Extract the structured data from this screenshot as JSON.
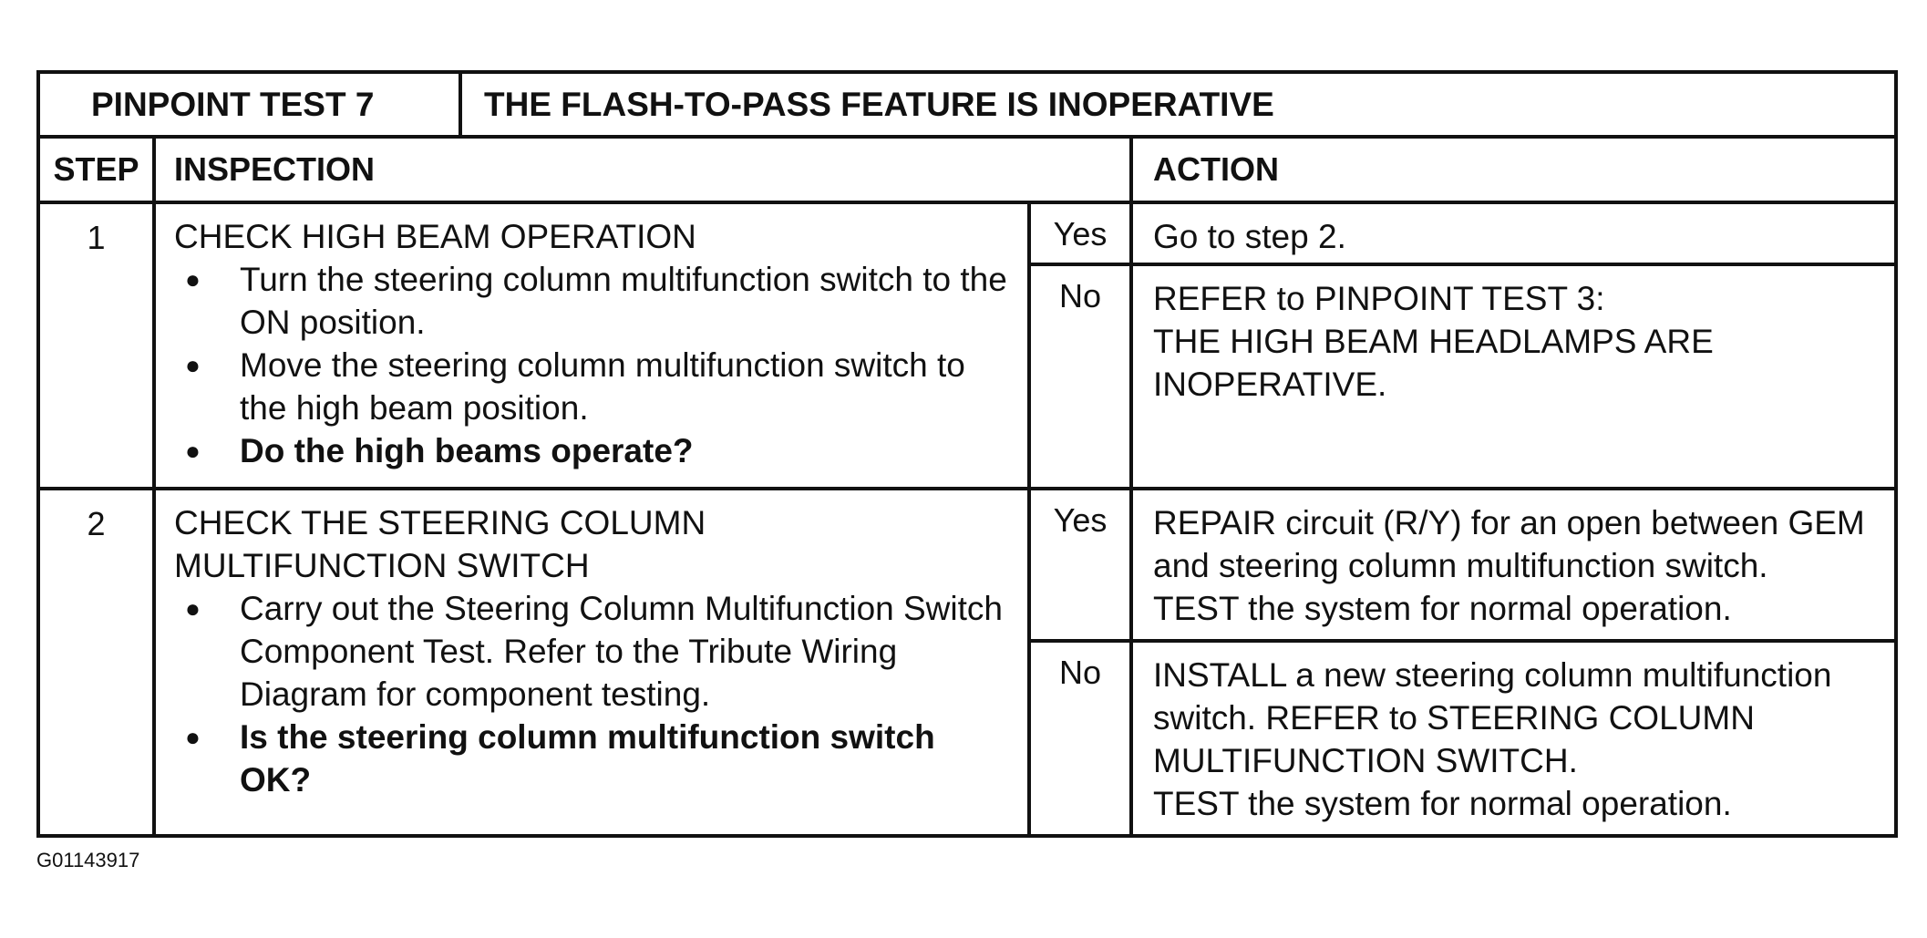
{
  "title": {
    "test_id": "PINPOINT TEST 7",
    "description": "THE FLASH-TO-PASS FEATURE IS INOPERATIVE"
  },
  "headers": {
    "step": "STEP",
    "inspection": "INSPECTION",
    "action": "ACTION"
  },
  "steps": [
    {
      "number": "1",
      "heading": "CHECK HIGH BEAM OPERATION",
      "bullets": [
        {
          "text": "Turn the steering column multifunction switch to the ON position.",
          "bold": false
        },
        {
          "text": "Move the steering column multifunction switch to the high beam position.",
          "bold": false
        },
        {
          "text": "Do the high beams operate?",
          "bold": true
        }
      ],
      "yes": {
        "label": "Yes",
        "lines": [
          "Go to step 2."
        ]
      },
      "no": {
        "label": "No",
        "lines": [
          "REFER to PINPOINT TEST 3:",
          "THE HIGH BEAM HEADLAMPS ARE INOPERATIVE."
        ]
      }
    },
    {
      "number": "2",
      "heading_lines": [
        "CHECK THE STEERING COLUMN",
        "MULTIFUNCTION SWITCH"
      ],
      "bullets": [
        {
          "text": "Carry out the Steering Column Multifunction Switch Component Test. Refer to the Tribute Wiring Diagram for component testing.",
          "bold": false
        },
        {
          "text": "Is the steering column multifunction switch OK?",
          "bold": true
        }
      ],
      "yes": {
        "label": "Yes",
        "lines": [
          "REPAIR circuit (R/Y) for an open between GEM and steering column multifunction switch.",
          "TEST the system for normal operation."
        ]
      },
      "no": {
        "label": "No",
        "lines": [
          "INSTALL a new steering column multifunction switch. REFER to STEERING COLUMN MULTIFUNCTION SWITCH.",
          "TEST the system for normal operation."
        ]
      }
    }
  ],
  "figure_code": "G01143917"
}
